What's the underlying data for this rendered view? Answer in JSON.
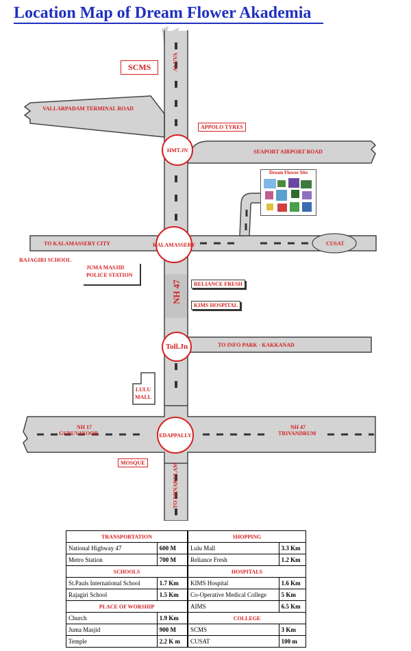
{
  "title": "Location Map of Dream Flower Akademia",
  "roads": {
    "vallarpadam": "VALLARPADAM TERMINAL ROAD",
    "seaport": "SEAPORT AIRPORT ROAD",
    "to_kalamassery": "TO KALAMASSERY CITY",
    "cusat": "CUSAT",
    "info_park": "TO INFO PARK - KAKKANAD",
    "nh17": "NH 17",
    "guruvayoor": "GURUVAYOOR",
    "nh47_east": "NH 47",
    "trivandrum": "TRIVANDRUM",
    "aluva": "ALUVA",
    "to_ernakulam": "TO ERNAKULAM",
    "nh47_main": "NH 47"
  },
  "junctions": {
    "hmt": "HMT.JN",
    "kalamassery": "KALAMASSERY",
    "toll": "Toll.Jn",
    "edappally": "EDAPPALLY"
  },
  "landmarks": {
    "scms": "SCMS",
    "appolo": "APPOLO TYRES",
    "dream_flower_site": "Dream Flower Site",
    "rajagiri": "RAJAGIRI SCHOOL",
    "juma_masjid": "JUMA MASJID",
    "police_station": "POLICE STATION",
    "reliance": "RELIANCE FRESH",
    "kims": "KIMS HOSPITAL",
    "lulu_1": "LULU",
    "lulu_2": "MALL",
    "mosque": "MOSQUE"
  },
  "left_table": {
    "transportation_header": "TRANSPORTATION",
    "transportation": [
      {
        "name": "National Highway 47",
        "dist": "600 M"
      },
      {
        "name": "Metro Station",
        "dist": "700 M"
      }
    ],
    "schools_header": "SCHOOLS",
    "schools": [
      {
        "name": "St.Pauls International School",
        "dist": "1.7 Km"
      },
      {
        "name": "Rajagiri  School",
        "dist": "1.5 Km"
      }
    ],
    "worship_header": "PLACE OF WORSHIP",
    "worship": [
      {
        "name": "Church",
        "dist": "1.9 Km"
      },
      {
        "name": "Juma Masjid",
        "dist": "900 M"
      },
      {
        "name": "Temple",
        "dist": "2.2 K m"
      }
    ]
  },
  "right_table": {
    "shopping_header": "SHOPPING",
    "shopping": [
      {
        "name": "Lulu Mall",
        "dist": "3.3 Km"
      },
      {
        "name": "Reliance Fresh",
        "dist": "1.2 Km"
      }
    ],
    "hospitals_header": "HOSPITALS",
    "hospitals": [
      {
        "name": "KIMS Hospital",
        "dist": "1.6 Km"
      },
      {
        "name": "Co-Operative Medical College",
        "dist": "5 Km"
      },
      {
        "name": "AIMS",
        "dist": "6.5 Km"
      }
    ],
    "college_header": "COLLEGE",
    "college": [
      {
        "name": "SCMS",
        "dist": "3 Km"
      },
      {
        "name": "CUSAT",
        "dist": "100 m"
      }
    ]
  }
}
